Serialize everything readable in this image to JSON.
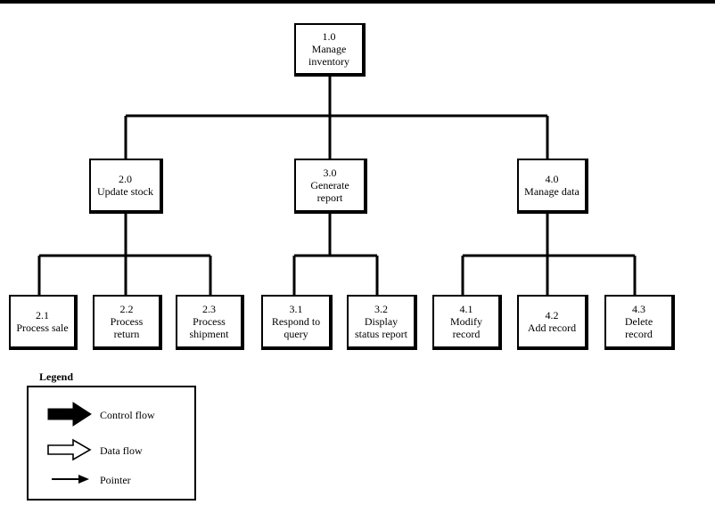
{
  "nodes": {
    "n1_0": {
      "number": "1.0",
      "lines": [
        "Manage",
        "inventory"
      ]
    },
    "n2_0": {
      "number": "2.0",
      "lines": [
        "Update stock"
      ]
    },
    "n3_0": {
      "number": "3.0",
      "lines": [
        "Generate",
        "report"
      ]
    },
    "n4_0": {
      "number": "4.0",
      "lines": [
        "Manage data"
      ]
    },
    "n2_1": {
      "number": "2.1",
      "lines": [
        "Process sale"
      ]
    },
    "n2_2": {
      "number": "2.2",
      "lines": [
        "Process",
        "return"
      ]
    },
    "n2_3": {
      "number": "2.3",
      "lines": [
        "Process",
        "shipment"
      ]
    },
    "n3_1": {
      "number": "3.1",
      "lines": [
        "Respond to",
        "query"
      ]
    },
    "n3_2": {
      "number": "3.2",
      "lines": [
        "Display",
        "status report"
      ]
    },
    "n4_1": {
      "number": "4.1",
      "lines": [
        "Modify",
        "record"
      ]
    },
    "n4_2": {
      "number": "4.2",
      "lines": [
        "Add record"
      ]
    },
    "n4_3": {
      "number": "4.3",
      "lines": [
        "Delete",
        "record"
      ]
    }
  },
  "legend": {
    "title": "Legend",
    "items": [
      {
        "label": "Control flow",
        "icon": "filled-arrow-icon"
      },
      {
        "label": "Data flow",
        "icon": "hollow-arrow-icon"
      },
      {
        "label": "Pointer",
        "icon": "pointer-arrow-icon"
      }
    ]
  }
}
